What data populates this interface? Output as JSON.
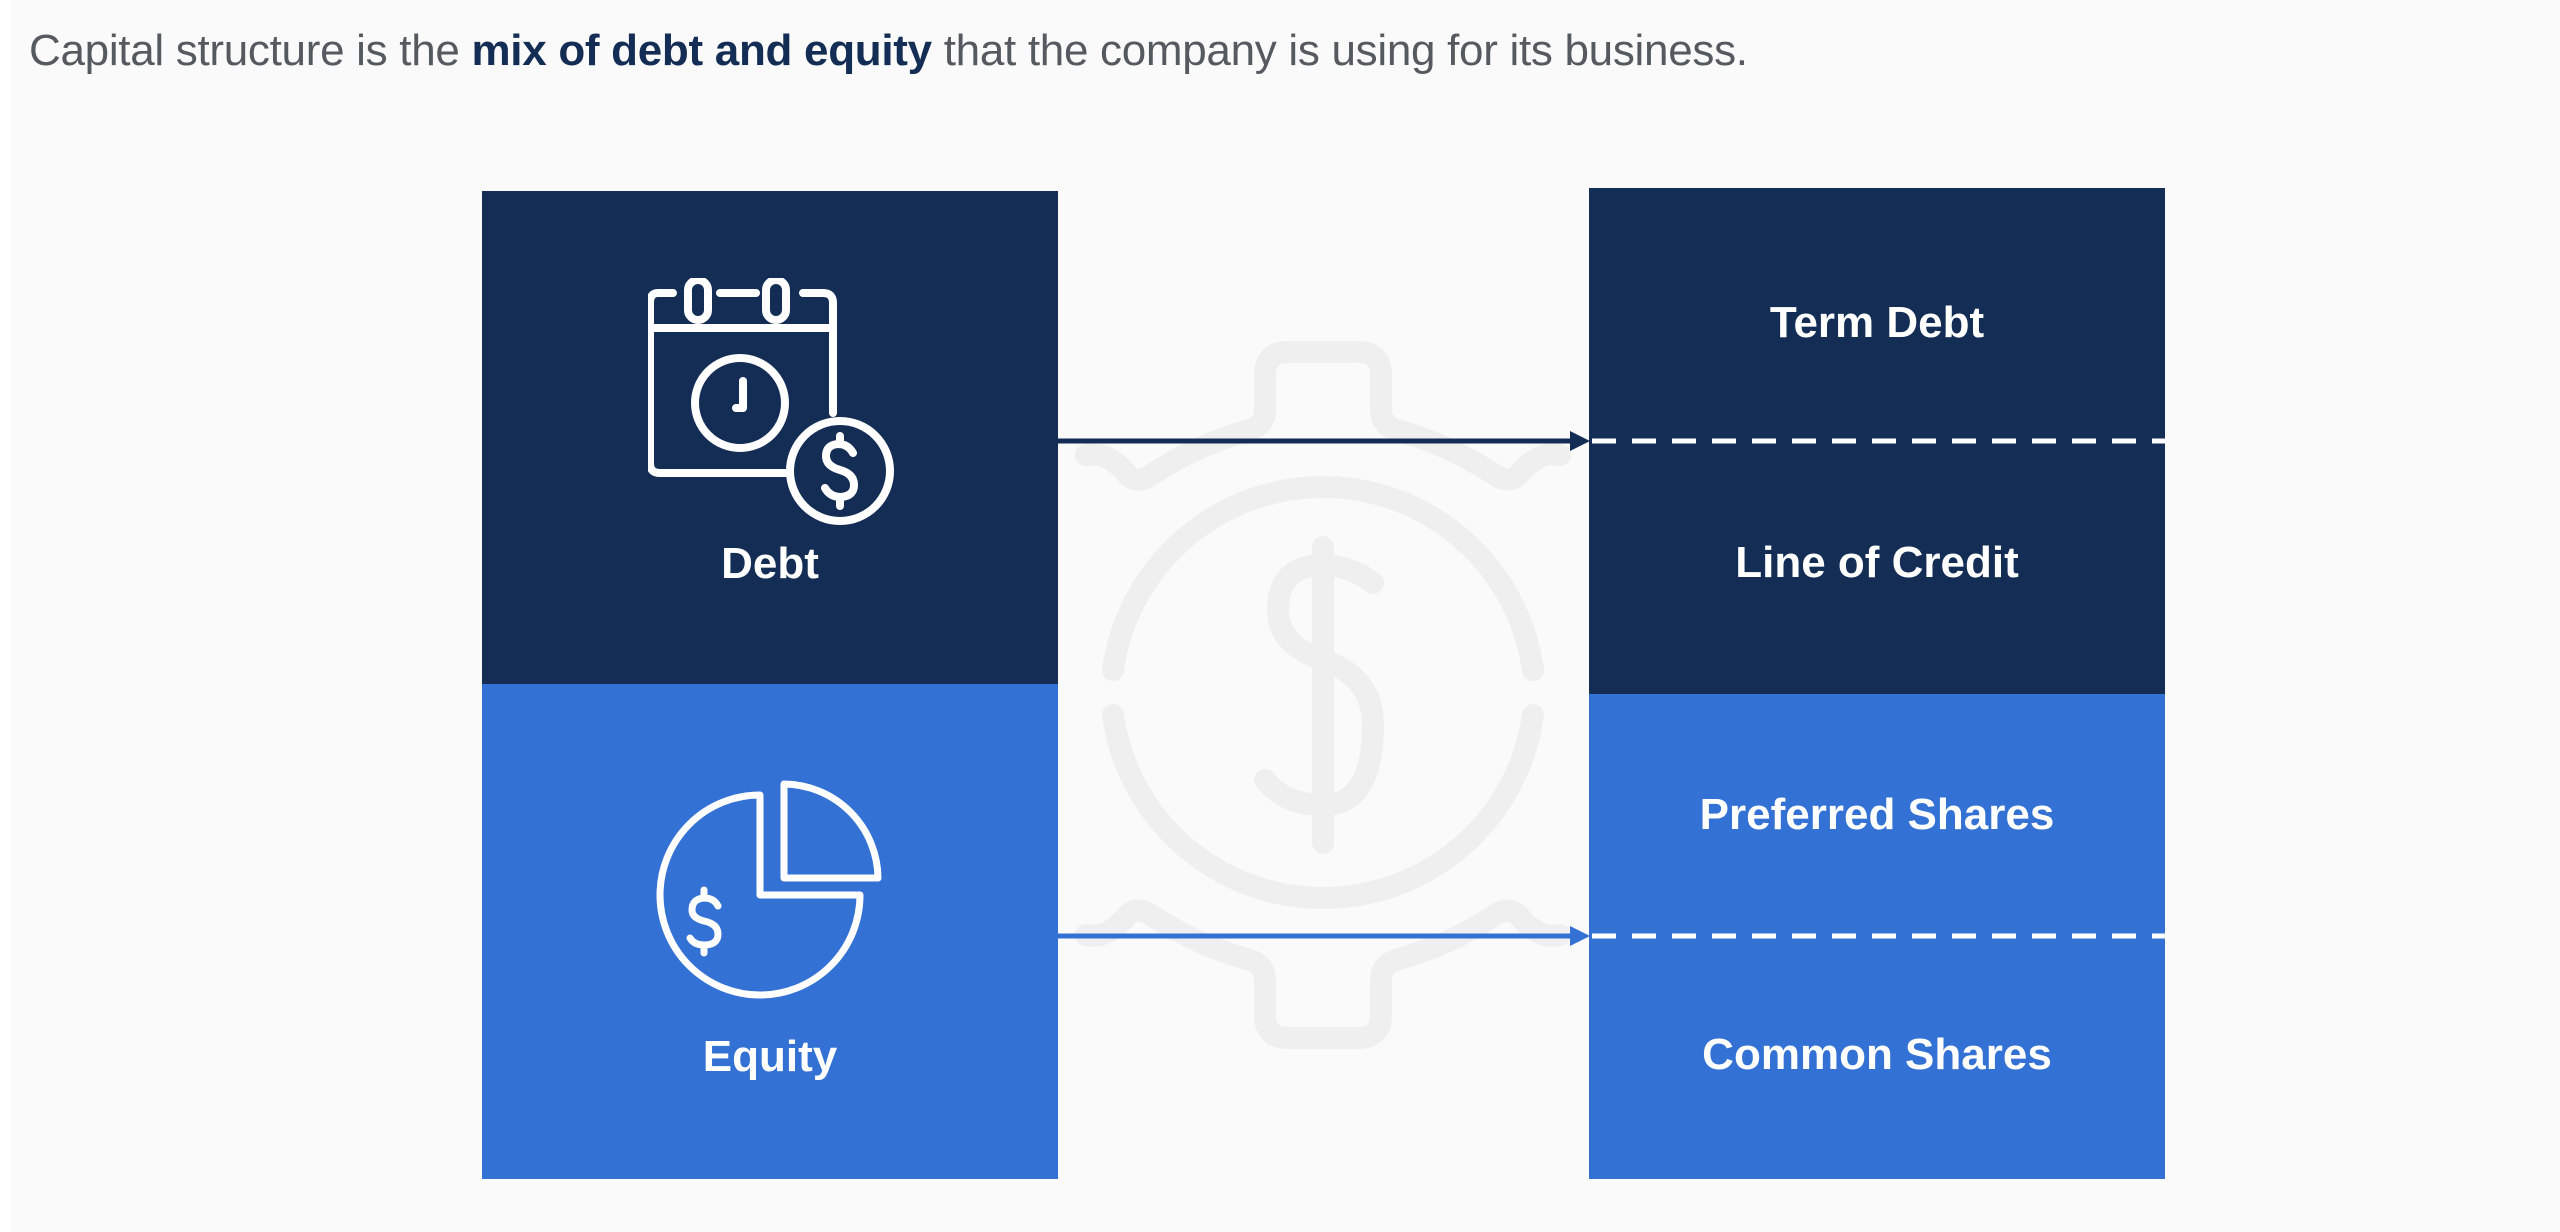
{
  "intro": {
    "before": "Capital structure is the ",
    "bold": "mix of debt and equity",
    "after": " that the company is using for its business."
  },
  "left": {
    "debt": {
      "label": "Debt",
      "icon": "calendar-clock-dollar-icon"
    },
    "equity": {
      "label": "Equity",
      "icon": "pie-chart-dollar-icon"
    }
  },
  "right": {
    "items": [
      {
        "label": "Term Debt"
      },
      {
        "label": "Line of Credit"
      },
      {
        "label": "Preferred Shares"
      },
      {
        "label": "Common Shares"
      }
    ]
  },
  "colors": {
    "debt": "#142d55",
    "equity": "#3371d4",
    "background_gear": "#efefef"
  }
}
